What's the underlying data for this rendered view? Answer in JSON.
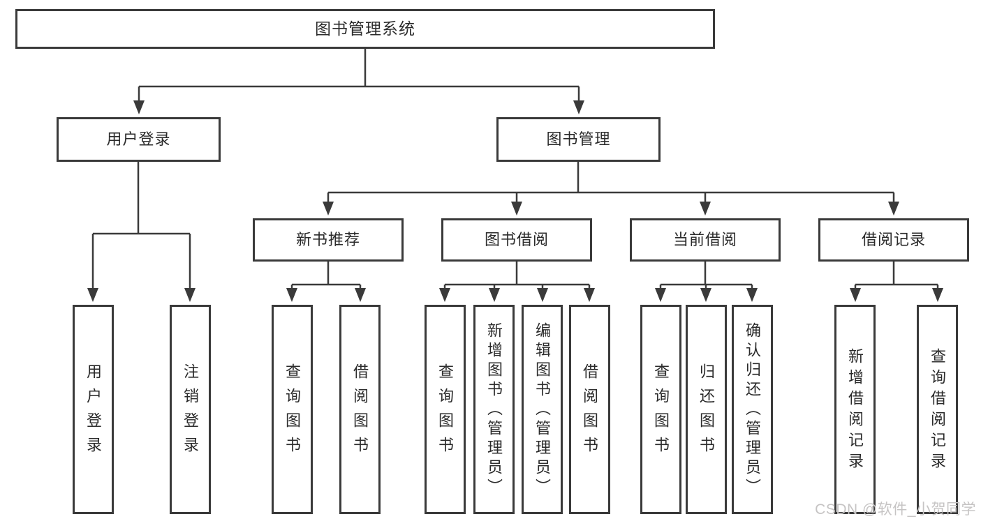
{
  "diagram": {
    "title": "图书管理系统",
    "level1": [
      {
        "label": "用户登录",
        "parent": "图书管理系统"
      },
      {
        "label": "图书管理",
        "parent": "图书管理系统"
      }
    ],
    "level2": [
      {
        "label": "新书推荐",
        "parent": "图书管理"
      },
      {
        "label": "图书借阅",
        "parent": "图书管理"
      },
      {
        "label": "当前借阅",
        "parent": "图书管理"
      },
      {
        "label": "借阅记录",
        "parent": "图书管理"
      }
    ],
    "leaves": [
      {
        "label": "用户登录",
        "parent": "用户登录"
      },
      {
        "label": "注销登录",
        "parent": "用户登录"
      },
      {
        "label": "查询图书",
        "parent": "新书推荐"
      },
      {
        "label": "借阅图书",
        "parent": "新书推荐"
      },
      {
        "label": "查询图书",
        "parent": "图书借阅"
      },
      {
        "label": "新增图书（管理员）",
        "parent": "图书借阅"
      },
      {
        "label": "编辑图书（管理员）",
        "parent": "图书借阅"
      },
      {
        "label": "借阅图书",
        "parent": "图书借阅"
      },
      {
        "label": "查询图书",
        "parent": "当前借阅"
      },
      {
        "label": "归还图书",
        "parent": "当前借阅"
      },
      {
        "label": "确认归还（管理员）",
        "parent": "当前借阅"
      },
      {
        "label": "新增借阅记录",
        "parent": "借阅记录"
      },
      {
        "label": "查询借阅记录",
        "parent": "借阅记录"
      }
    ]
  },
  "watermark": {
    "text": "CSDN @软件_小贺同学"
  },
  "colors": {
    "line": "#3a3a3a",
    "text": "#2b2b2b",
    "box_background": "#ffffff",
    "background": "#ffffff",
    "watermark": "#c6c4c4"
  }
}
